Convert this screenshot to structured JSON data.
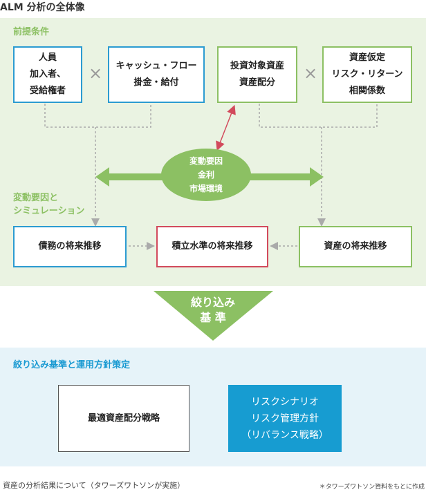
{
  "title": "ALM 分析の全体像",
  "premise_section": {
    "label": "前提条件",
    "boxes": [
      "人員\n加入者、\n受給権者",
      "キャッシュ・フロー\n掛金・給付",
      "投資対象資産\n資産配分",
      "資産仮定\nリスク・リターン\n相関係数"
    ],
    "operator": "×"
  },
  "variables": {
    "center": "変動要因\n金利\n市場環境",
    "label": "変動要因と\nシミュレーション"
  },
  "projections": [
    "債務の将来推移",
    "積立水準の将来推移",
    "資産の将来推移"
  ],
  "funnel_label": "絞り込み\n基 準",
  "strategy_section": {
    "label": "絞り込み基準と運用方針策定",
    "left_box": "最適資産配分戦略",
    "right_box": "リスクシナリオ\nリスク管理方針\n（リバランス戦略）"
  },
  "footer": {
    "caption": "資産の分析結果について（タワーズワトソンが実施）",
    "source": "＊タワーズワトソン資料をもとに作成"
  },
  "colors": {
    "green": "#8cc063",
    "blue": "#2b9bd1",
    "red": "#d24a5c",
    "filled_blue": "#179cd1"
  }
}
